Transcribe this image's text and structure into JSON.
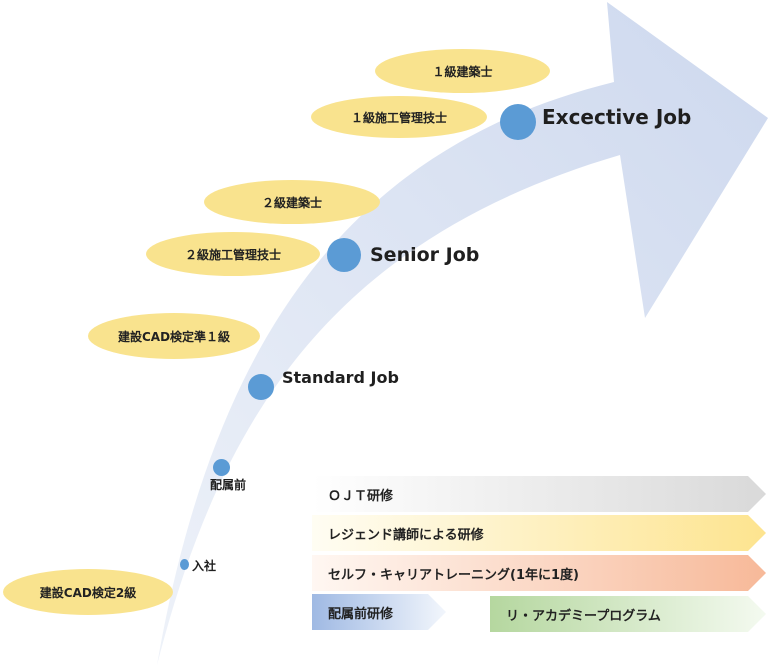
{
  "stages": [
    {
      "label": "入社"
    },
    {
      "label": "配属前"
    },
    {
      "label": "Standard Job"
    },
    {
      "label": "Senior Job"
    },
    {
      "label": "Excective Job"
    }
  ],
  "qualifications": [
    {
      "label": "建設CAD検定2級"
    },
    {
      "label": "建設CAD検定準１級"
    },
    {
      "label": "２級施工管理技士"
    },
    {
      "label": "２級建築士"
    },
    {
      "label": "１級施工管理技士"
    },
    {
      "label": "１級建築士"
    }
  ],
  "programs": [
    {
      "label": "ＯＪＴ研修",
      "color": "#d9d9d9"
    },
    {
      "label": "レジェンド講師による研修",
      "color": "#fde48f"
    },
    {
      "label": "セルフ・キャリアトレーニング(1年に1度)",
      "color": "#f7b999"
    },
    {
      "label": "配属前研修",
      "color": "#9fb9e3"
    },
    {
      "label": "リ・アカデミープログラム",
      "color": "#b5d79f"
    }
  ],
  "colors": {
    "arrow": "#d6dff0",
    "node": "#5b9bd5",
    "pill": "#f9e38e"
  }
}
